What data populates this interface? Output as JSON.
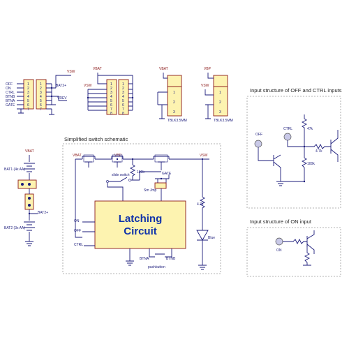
{
  "sections": {
    "simplified": "Simplified switch schematic",
    "off_ctrl": "Input structure of OFF and CTRL inputs",
    "on_input": "Input structure of ON input"
  },
  "header1": {
    "pins": [
      "OFF",
      "ON",
      "CTRL",
      "BTNB",
      "BTNA",
      "GATE"
    ],
    "nums_a": [
      "1",
      "2",
      "3",
      "4",
      "5",
      "6",
      "7"
    ],
    "nums_b": [
      "1",
      "2",
      "3",
      "4",
      "5",
      "6",
      "7"
    ],
    "vsw": "VSW",
    "bat": "BAT2+",
    "vrev": "VREV"
  },
  "header2": {
    "vbat": "VBAT",
    "vsw": "VSW",
    "nums_a": [
      "1",
      "2",
      "3",
      "4",
      "5",
      "6",
      "7",
      "8"
    ],
    "nums_b": [
      "1",
      "2",
      "3",
      "4",
      "5",
      "6",
      "7",
      "8"
    ]
  },
  "tblk1": {
    "vbat": "VBAT",
    "label": "TBLK3.5MM",
    "nums": [
      "1",
      "2",
      "3"
    ]
  },
  "tblk2": {
    "vbat": "VBP",
    "vsw": "VSW",
    "label": "TBLK3.5MM",
    "nums": [
      "1",
      "2",
      "3"
    ]
  },
  "battery": {
    "vbat": "VBAT",
    "bat1": "BAT1 (4x AA)",
    "bat2": "BAT2 (3x AA)",
    "bat2p": "BAT2+"
  },
  "main": {
    "vbat": "VBAT",
    "vbp": "VBP",
    "vsw": "VSW",
    "slide": "slide switch",
    "r100k": "100k",
    "gate": "GATE",
    "sjmp": "Sm Jmp",
    "latch1": "Latching",
    "latch2": "Circuit",
    "on": "ON",
    "off": "OFF",
    "ctrl": "CTRL",
    "r47k": "4.7k",
    "blue": "Blue",
    "btna": "BTNA",
    "btnb": "BTNB",
    "push": "pushbutton"
  },
  "offctrl": {
    "off": "OFF",
    "ctrl": "CTRL",
    "r47k_a": "47k",
    "r47k_b": "4.7k",
    "r100k": "100k"
  },
  "oninput": {
    "on": "ON"
  }
}
